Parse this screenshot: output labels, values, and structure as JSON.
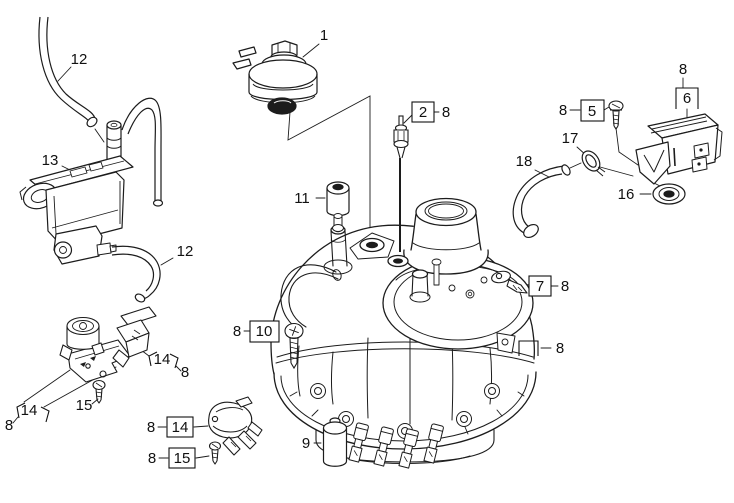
{
  "diagram": {
    "type": "exploded-parts-diagram",
    "background": "#ffffff",
    "line_color": "#1c1c1c",
    "label_color": "#111111",
    "callouts": [
      {
        "ref": "1",
        "text": "1",
        "boxed": false
      },
      {
        "ref": "2",
        "text": "2",
        "boxed": true
      },
      {
        "ref": "8-of-2",
        "text": "8",
        "boxed": false
      },
      {
        "ref": "8-of-5",
        "text": "8",
        "boxed": false
      },
      {
        "ref": "5",
        "text": "5",
        "boxed": true
      },
      {
        "ref": "8-of-6",
        "text": "8",
        "boxed": false
      },
      {
        "ref": "6",
        "text": "6",
        "boxed": true
      },
      {
        "ref": "17",
        "text": "17",
        "boxed": false
      },
      {
        "ref": "18",
        "text": "18",
        "boxed": false
      },
      {
        "ref": "16",
        "text": "16",
        "boxed": false
      },
      {
        "ref": "7",
        "text": "7",
        "boxed": true
      },
      {
        "ref": "8-of-7",
        "text": "8",
        "boxed": false
      },
      {
        "ref": "8-lug",
        "text": "8",
        "boxed": false
      },
      {
        "ref": "8-of-10",
        "text": "8",
        "boxed": false
      },
      {
        "ref": "10",
        "text": "10",
        "boxed": true
      },
      {
        "ref": "11",
        "text": "11",
        "boxed": false
      },
      {
        "ref": "12-top",
        "text": "12",
        "boxed": false
      },
      {
        "ref": "12-lower",
        "text": "12",
        "boxed": false
      },
      {
        "ref": "13",
        "text": "13",
        "boxed": false
      },
      {
        "ref": "9",
        "text": "9",
        "boxed": false
      },
      {
        "ref": "14-mid",
        "text": "14",
        "boxed": false
      },
      {
        "ref": "8-of-14mid",
        "text": "8",
        "boxed": false
      },
      {
        "ref": "15-left",
        "text": "15",
        "boxed": false
      },
      {
        "ref": "14-corner",
        "text": "14",
        "boxed": false
      },
      {
        "ref": "8-of-14corner",
        "text": "8",
        "boxed": false
      },
      {
        "ref": "14-box",
        "text": "14",
        "boxed": true
      },
      {
        "ref": "8-of-14box",
        "text": "8",
        "boxed": false
      },
      {
        "ref": "15-box",
        "text": "15",
        "boxed": true
      },
      {
        "ref": "8-of-15box",
        "text": "8",
        "boxed": false
      }
    ]
  }
}
